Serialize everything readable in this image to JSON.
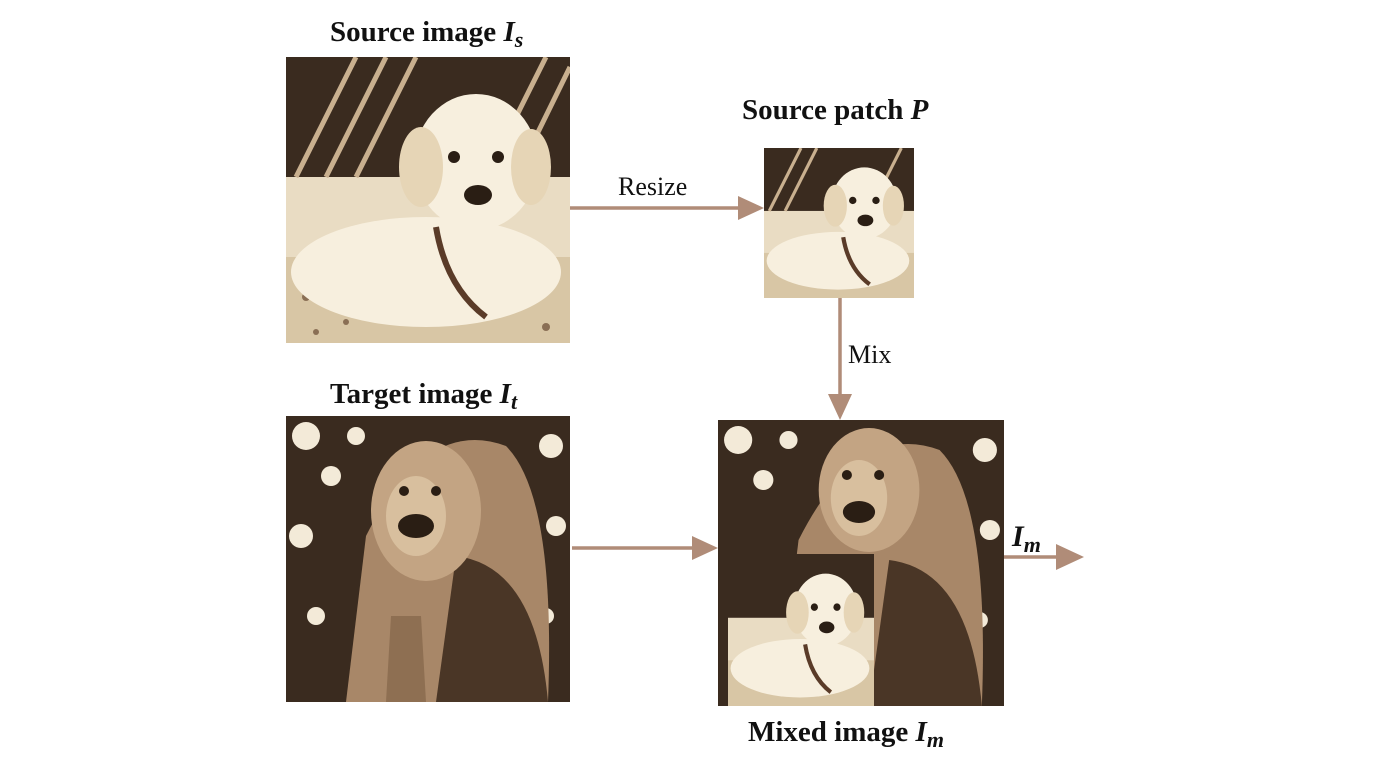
{
  "labels": {
    "source": {
      "text": "Source image ",
      "sym": "I",
      "sub": "s"
    },
    "patch": {
      "text": "Source patch ",
      "sym": "P"
    },
    "target": {
      "text": "Target image ",
      "sym": "I",
      "sub": "t"
    },
    "mixed": {
      "text": "Mixed image ",
      "sym": "I",
      "sub": "m"
    },
    "output": {
      "sym": "I",
      "sub": "m"
    }
  },
  "edges": {
    "resize": "Resize",
    "mix": "Mix"
  },
  "icons": {
    "source": "dog-photo-icon",
    "patch": "dog-photo-icon",
    "target": "lion-photo-icon",
    "mixed": "lion-photo-icon",
    "mixed_inset": "dog-photo-icon"
  },
  "colors": {
    "arrow": "#b08c78",
    "tint_light": "#f3e9d6",
    "tint_mid": "#b99a7c",
    "tint_dark": "#3a2b1f"
  }
}
